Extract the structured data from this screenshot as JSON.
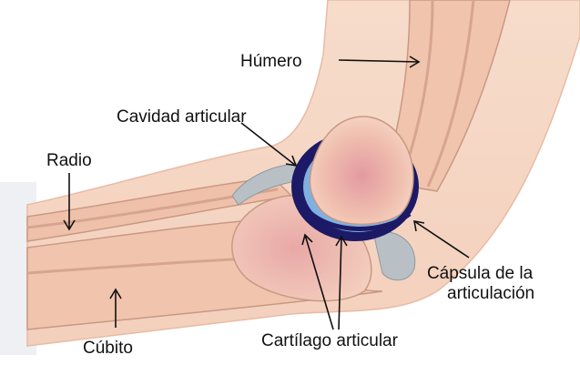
{
  "labels": {
    "humero": "Húmero",
    "cavidad": "Cavidad articular",
    "radio": "Radio",
    "capsula_line1": "Cápsula de la",
    "capsula_line2": "articulación",
    "cubito": "Cúbito",
    "cartilago": "Cartílago articular"
  },
  "colors": {
    "skin": "#f5d8c4",
    "skin_light": "#fae8dc",
    "bone": "#f2c7b0",
    "bone_inner": "#e6a9a3",
    "capsule": "#1c1a66",
    "cartilage": "#7fb0e0",
    "ligament": "#aeb8bf",
    "line": "#b08070"
  }
}
